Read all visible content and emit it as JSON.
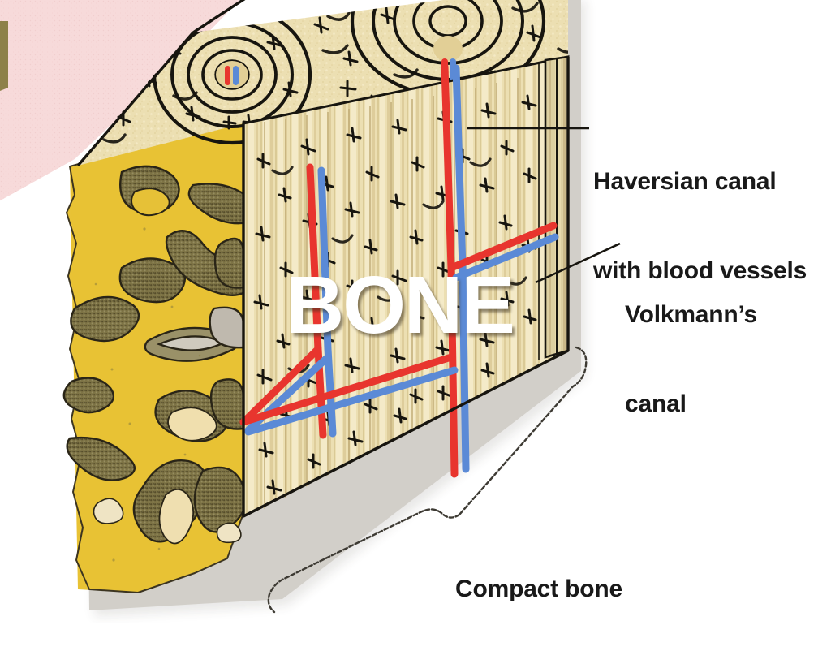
{
  "image": {
    "title": "BONE",
    "subject": "cross-section of bone showing compact and spongy bone",
    "background_color": "#ffffff"
  },
  "overlay": {
    "text": "BONE",
    "color": "#ffffff"
  },
  "labels": [
    {
      "id": "haversian",
      "line1": "Haversian canal",
      "line2": "with blood vessels",
      "leader": "horizontal-line"
    },
    {
      "id": "volkmann",
      "line1": "Volkmann’s",
      "line2": "canal",
      "leader": "diagonal-line"
    },
    {
      "id": "compact",
      "line1": "Compact bone",
      "line2": "",
      "leader": "curly-brace"
    }
  ],
  "colors": {
    "compact_bone": "#e8d9a8",
    "compact_bone_light": "#f3e9c6",
    "compact_bone_shade": "#cdbb86",
    "marrow_yellow": "#e8c234",
    "trabecula_olive": "#7d7345",
    "trabecula_dark": "#4d4628",
    "ink_black": "#17150f",
    "artery_red": "#e8352e",
    "vein_blue": "#5b8ad6",
    "pink_wedge": "#f7dada",
    "label_text": "#191919"
  },
  "structures": {
    "osteons": 2,
    "haversian_canal_vessels": [
      "artery-red",
      "vein-blue"
    ],
    "volkmann_canal_vessels": [
      "artery-red",
      "vein-blue"
    ],
    "regions": [
      "spongy-bone",
      "compact-bone",
      "top-transverse-face",
      "right-longitudinal-face"
    ]
  }
}
